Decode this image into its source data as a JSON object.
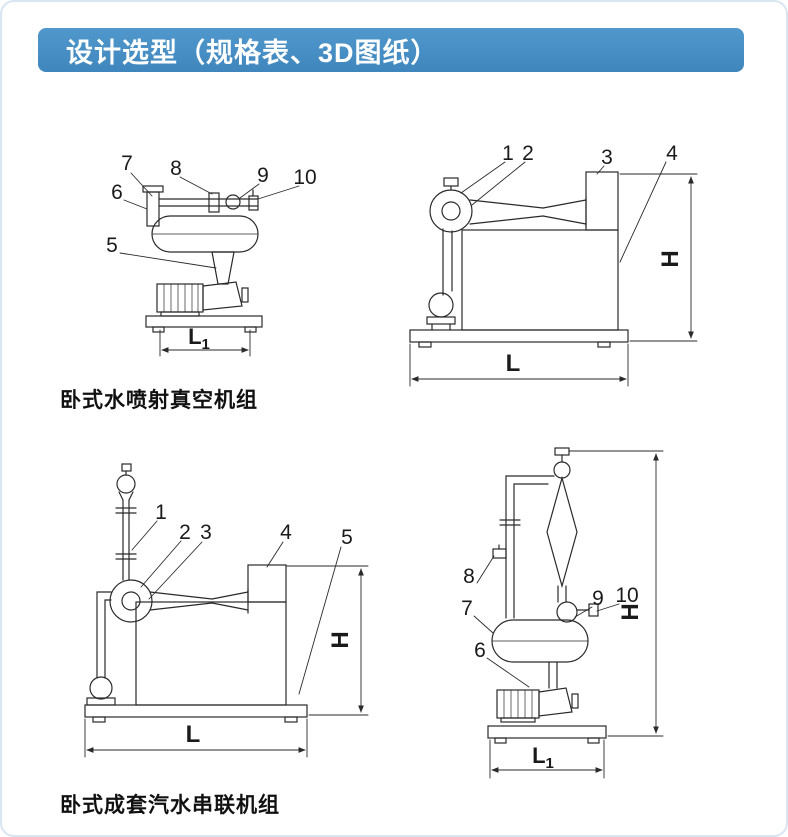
{
  "header": {
    "title": "设计选型（规格表、3D图纸）"
  },
  "unit1": {
    "caption": "卧式水喷射真空机组",
    "front_view": {
      "callouts": {
        "n5": "5",
        "n6": "6",
        "n7": "7",
        "n8": "8",
        "n9": "9",
        "n10": "10"
      },
      "dim_L1": {
        "main": "L",
        "sub": "1"
      }
    },
    "side_view": {
      "callouts": {
        "n1": "1",
        "n2": "2",
        "n3": "3",
        "n4": "4"
      },
      "dim_H": "H",
      "dim_L": "L"
    }
  },
  "unit2": {
    "caption": "卧式成套汽水串联机组",
    "side_view": {
      "callouts": {
        "n1": "1",
        "n2": "2",
        "n3": "3",
        "n4": "4",
        "n5": "5"
      },
      "dim_H": "H",
      "dim_L": "L"
    },
    "front_view": {
      "callouts": {
        "n6": "6",
        "n7": "7",
        "n8": "8",
        "n9": "9",
        "n10": "10"
      },
      "dim_H": "H",
      "dim_L1": {
        "main": "L",
        "sub": "1"
      }
    }
  }
}
